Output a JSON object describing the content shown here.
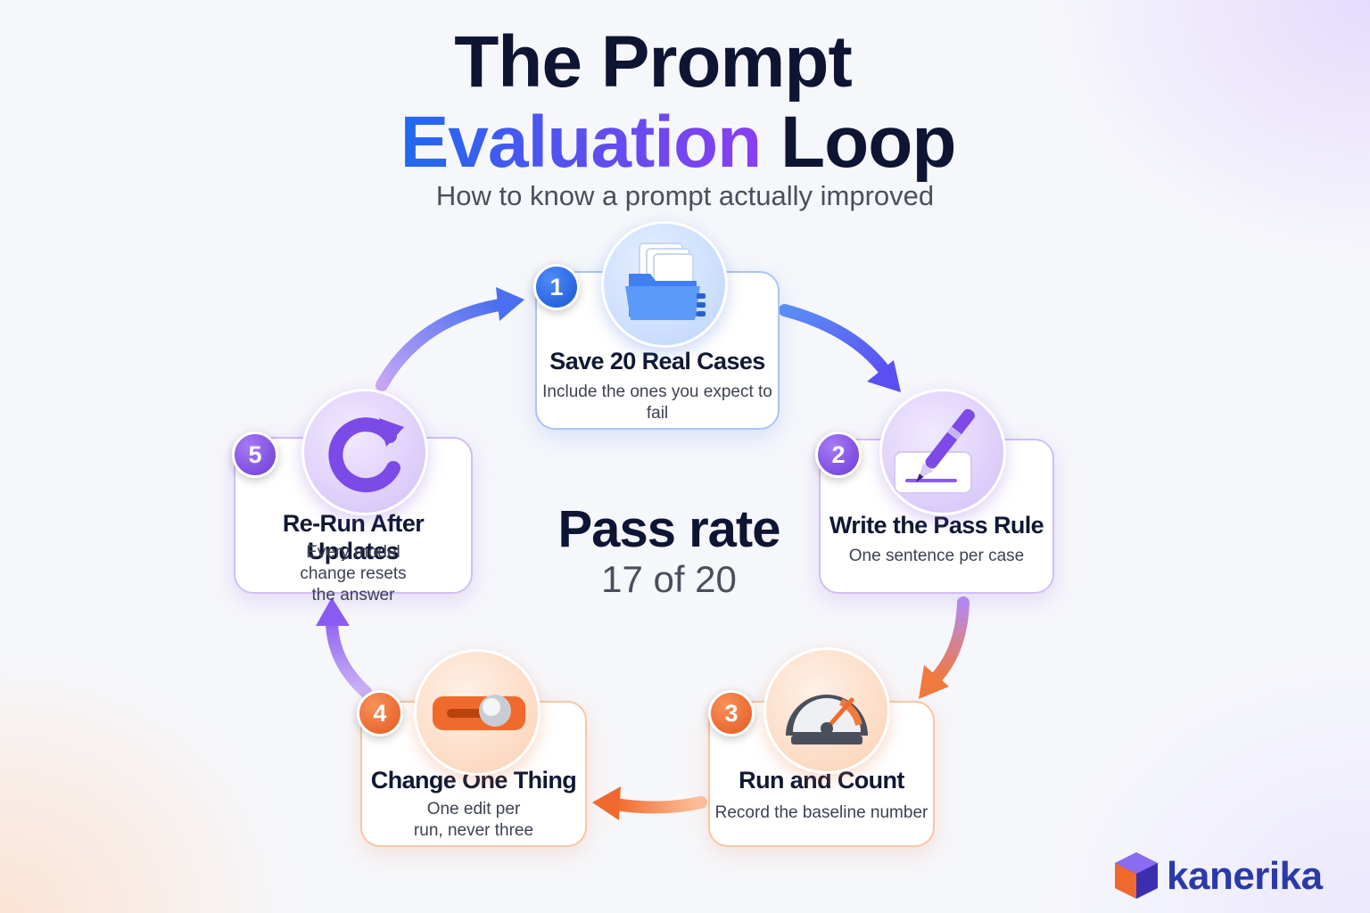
{
  "title": {
    "line1": "The Prompt",
    "line2_highlight": "Evaluation",
    "line2_rest": "Loop"
  },
  "subtitle": "How to know a prompt actually improved",
  "center": {
    "label": "Pass rate",
    "value": "17 of 20"
  },
  "steps": [
    {
      "number": "1",
      "title": "Save 20 Real Cases",
      "description": "Include the ones you expect to fail",
      "icon": "folder-icon",
      "color": "#1b54d8"
    },
    {
      "number": "2",
      "title": "Write the Pass Rule",
      "description": "One sentence per case",
      "icon": "pen-icon",
      "color": "#6c3bd6"
    },
    {
      "number": "3",
      "title": "Run and Count",
      "description": "Record the baseline number",
      "icon": "gauge-icon",
      "color": "#e2591f"
    },
    {
      "number": "4",
      "title": "Change One Thing",
      "description": "One edit per run, never three",
      "icon": "toggle-switch-icon",
      "color": "#e2591f"
    },
    {
      "number": "5",
      "title": "Re-Run After Updates",
      "description": "Every model change resets the answer",
      "icon": "refresh-icon",
      "color": "#6c3bd6"
    }
  ],
  "brand": {
    "name": "kanerika",
    "color": "#2a3aa8"
  }
}
